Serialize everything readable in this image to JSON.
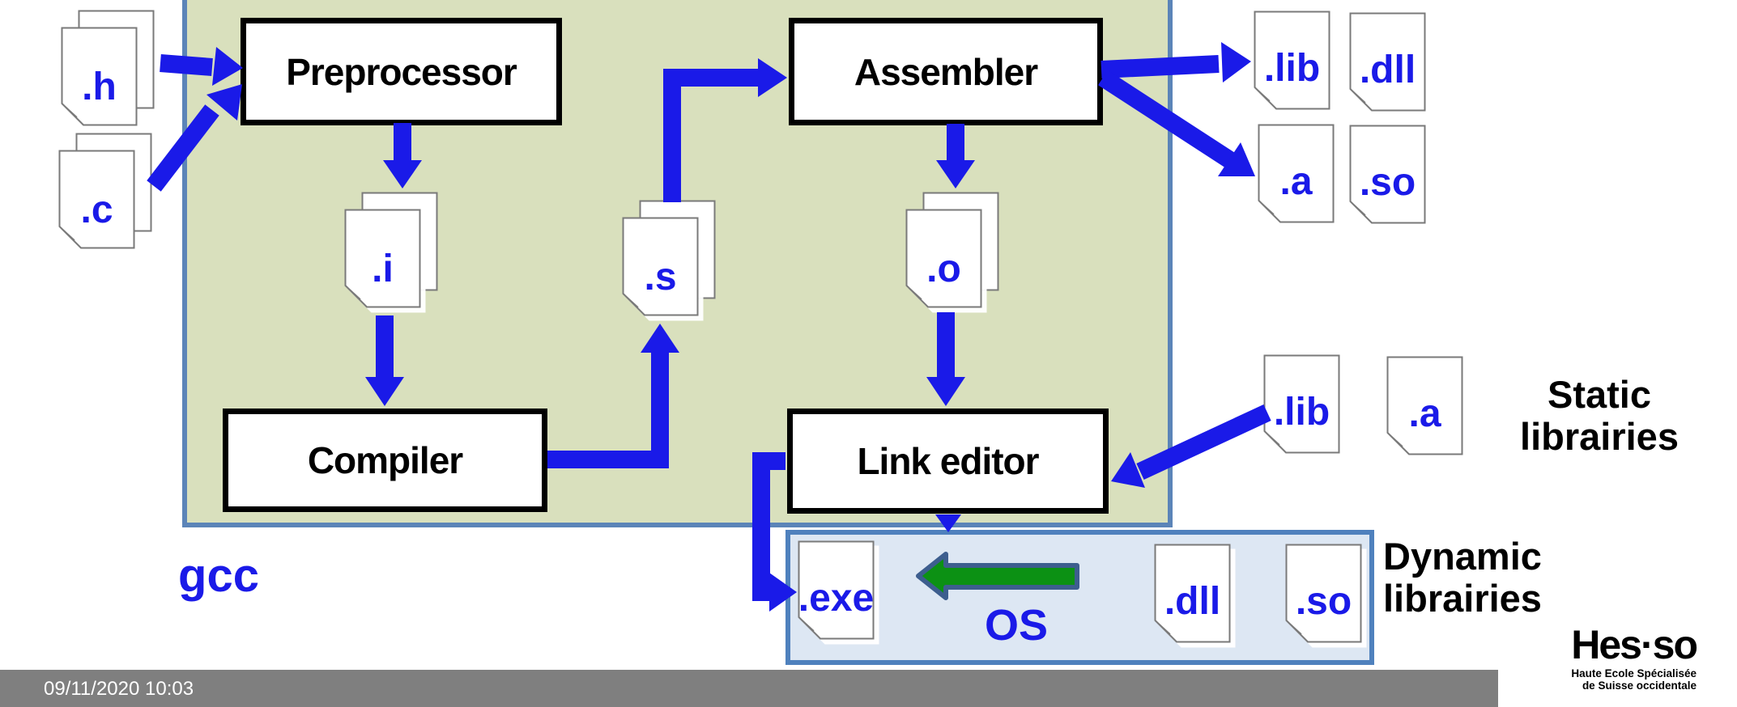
{
  "toolchain": {
    "name_label": "gcc",
    "boxes": {
      "preprocessor": "Preprocessor",
      "compiler": "Compiler",
      "assembler": "Assembler",
      "link_editor": "Link editor"
    }
  },
  "files": {
    "header_source": ".h",
    "c_source": ".c",
    "preprocessed": ".i",
    "assembly": ".s",
    "object": ".o",
    "lib_output": ".lib",
    "dll_output": ".dll",
    "archive_output": ".a",
    "shared_object_output": ".so",
    "lib_static": ".lib",
    "archive_static": ".a",
    "executable": ".exe",
    "dll_runtime": ".dll",
    "shared_object_runtime": ".so"
  },
  "labels": {
    "os": "OS",
    "static_line1": "Static",
    "static_line2": "librairies",
    "dynamic_line1": "Dynamic",
    "dynamic_line2": "librairies"
  },
  "footer": {
    "timestamp": "09/11/2020 10:03"
  },
  "logo": {
    "name": "Hes·so",
    "tagline_line1": "Haute Ecole Spécialisée",
    "tagline_line2": "de Suisse occidentale"
  },
  "colors": {
    "arrow_blue": "#1a1ae8",
    "file_label_blue": "#1a1ae8",
    "toolchain_box_fill": "#d9e0bd",
    "toolchain_box_border": "#5b84b8",
    "os_box_fill": "#dde7f3",
    "os_box_border": "#4f81bd",
    "os_arrow_green": "#0c9114",
    "os_arrow_outline": "#3d5e8e",
    "footer_bar_gray": "#7f7f7f"
  }
}
